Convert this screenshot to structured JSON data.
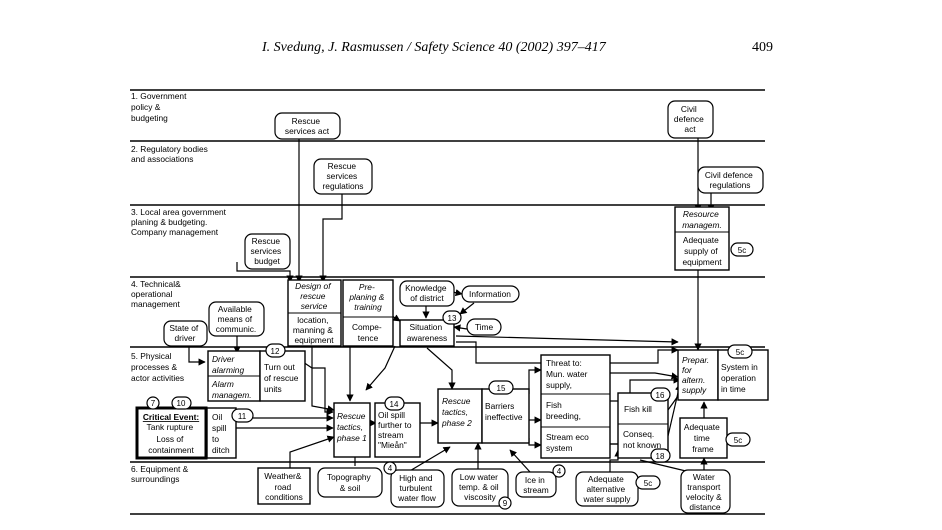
{
  "header": {
    "running_head": "I. Svedung, J. Rasmussen / Safety Science 40 (2002) 397–417",
    "page_number": "409"
  },
  "levels": [
    {
      "id": "gov",
      "lines": [
        "1. Government",
        "policy &",
        "budgeting"
      ]
    },
    {
      "id": "reg",
      "lines": [
        "2. Regulatory bodies",
        "and associations"
      ]
    },
    {
      "id": "local",
      "lines": [
        "3. Local area government",
        "planing & budgeting.",
        "Company management"
      ]
    },
    {
      "id": "tech",
      "lines": [
        "4. Technical&",
        "operational",
        "management"
      ]
    },
    {
      "id": "phys",
      "lines": [
        "5. Physical",
        "processes &",
        "actor activities"
      ]
    },
    {
      "id": "equip",
      "lines": [
        "6. Equipment &",
        "surroundings"
      ]
    }
  ],
  "boxes": {
    "rescue_act": [
      "Rescue",
      "services act"
    ],
    "civil_act": [
      "Civil",
      "defence",
      "act"
    ],
    "rescue_regs": [
      "Rescue",
      "services",
      "regulations"
    ],
    "civil_regs": [
      "Civil defence",
      "regulations"
    ],
    "resource": [
      "Resource",
      "managem."
    ],
    "adequate_supply": [
      "Adequate",
      "supply of",
      "equipment"
    ],
    "budget": [
      "Rescue",
      "services",
      "budget"
    ],
    "design": [
      "Design of",
      "rescue",
      "service"
    ],
    "location": [
      "location,",
      "manning &",
      "equipment"
    ],
    "preplan": [
      "Pre-",
      "planing &",
      "training"
    ],
    "competence": [
      "Compe-",
      "tence"
    ],
    "knowledge": [
      "Knowledge",
      "of district"
    ],
    "information": [
      "Information"
    ],
    "situation": [
      "Situation",
      "awareness"
    ],
    "time": [
      "Time"
    ],
    "means": [
      "Available",
      "means of",
      "communic."
    ],
    "state_driver": [
      "State of",
      "driver"
    ],
    "driver_alarm": [
      "Driver",
      "alarming"
    ],
    "alarm_mgmt": [
      "Alarm",
      "managem."
    ],
    "turnout": [
      "Turn out",
      "of rescue",
      "units"
    ],
    "critical_title": "Critical Event:",
    "critical": [
      "Tank rupture",
      "Loss of",
      "containment"
    ],
    "oil_ditch": [
      "Oil",
      "spill",
      "to",
      "ditch"
    ],
    "tactics1": [
      "Rescue",
      "tactics,",
      "phase 1"
    ],
    "oil_stream": [
      "Oil spill",
      "further to",
      "stream",
      "\"Mieån\""
    ],
    "tactics2": [
      "Rescue",
      "tactics,",
      "phase 2"
    ],
    "barriers": [
      "Barriers",
      "ineffective"
    ],
    "threat": [
      "Threat to:",
      "Mun. water",
      "supply,"
    ],
    "fish_breed": [
      "Fish",
      "breeding,"
    ],
    "stream_eco": [
      "Stream eco",
      "system"
    ],
    "fish_kill": [
      "Fish kill"
    ],
    "conseq": [
      "Conseq.",
      "not known"
    ],
    "prepar": [
      "Prepar.",
      "for",
      "altern.",
      "supply"
    ],
    "system_op": [
      "System in",
      "operation",
      "in time"
    ],
    "adequate_time": [
      "Adequate",
      "time",
      "frame"
    ],
    "water_transport": [
      "Water",
      "transport",
      "velocity &",
      "distance"
    ],
    "weather": [
      "Weather&",
      "road",
      "conditions"
    ],
    "topo": [
      "Topography",
      "& soil"
    ],
    "high_flow": [
      "High and",
      "turbulent",
      "water flow"
    ],
    "low_temp": [
      "Low water",
      "temp. & oil",
      "viscosity"
    ],
    "ice": [
      "Ice in",
      "stream"
    ],
    "alt_supply": [
      "Adequate",
      "alternative",
      "water supply"
    ]
  },
  "badges": [
    "5c",
    "13",
    "12",
    "14",
    "15",
    "7",
    "10",
    "11",
    "16",
    "5c",
    "5c",
    "18",
    "4",
    "4",
    "9",
    "5c"
  ]
}
